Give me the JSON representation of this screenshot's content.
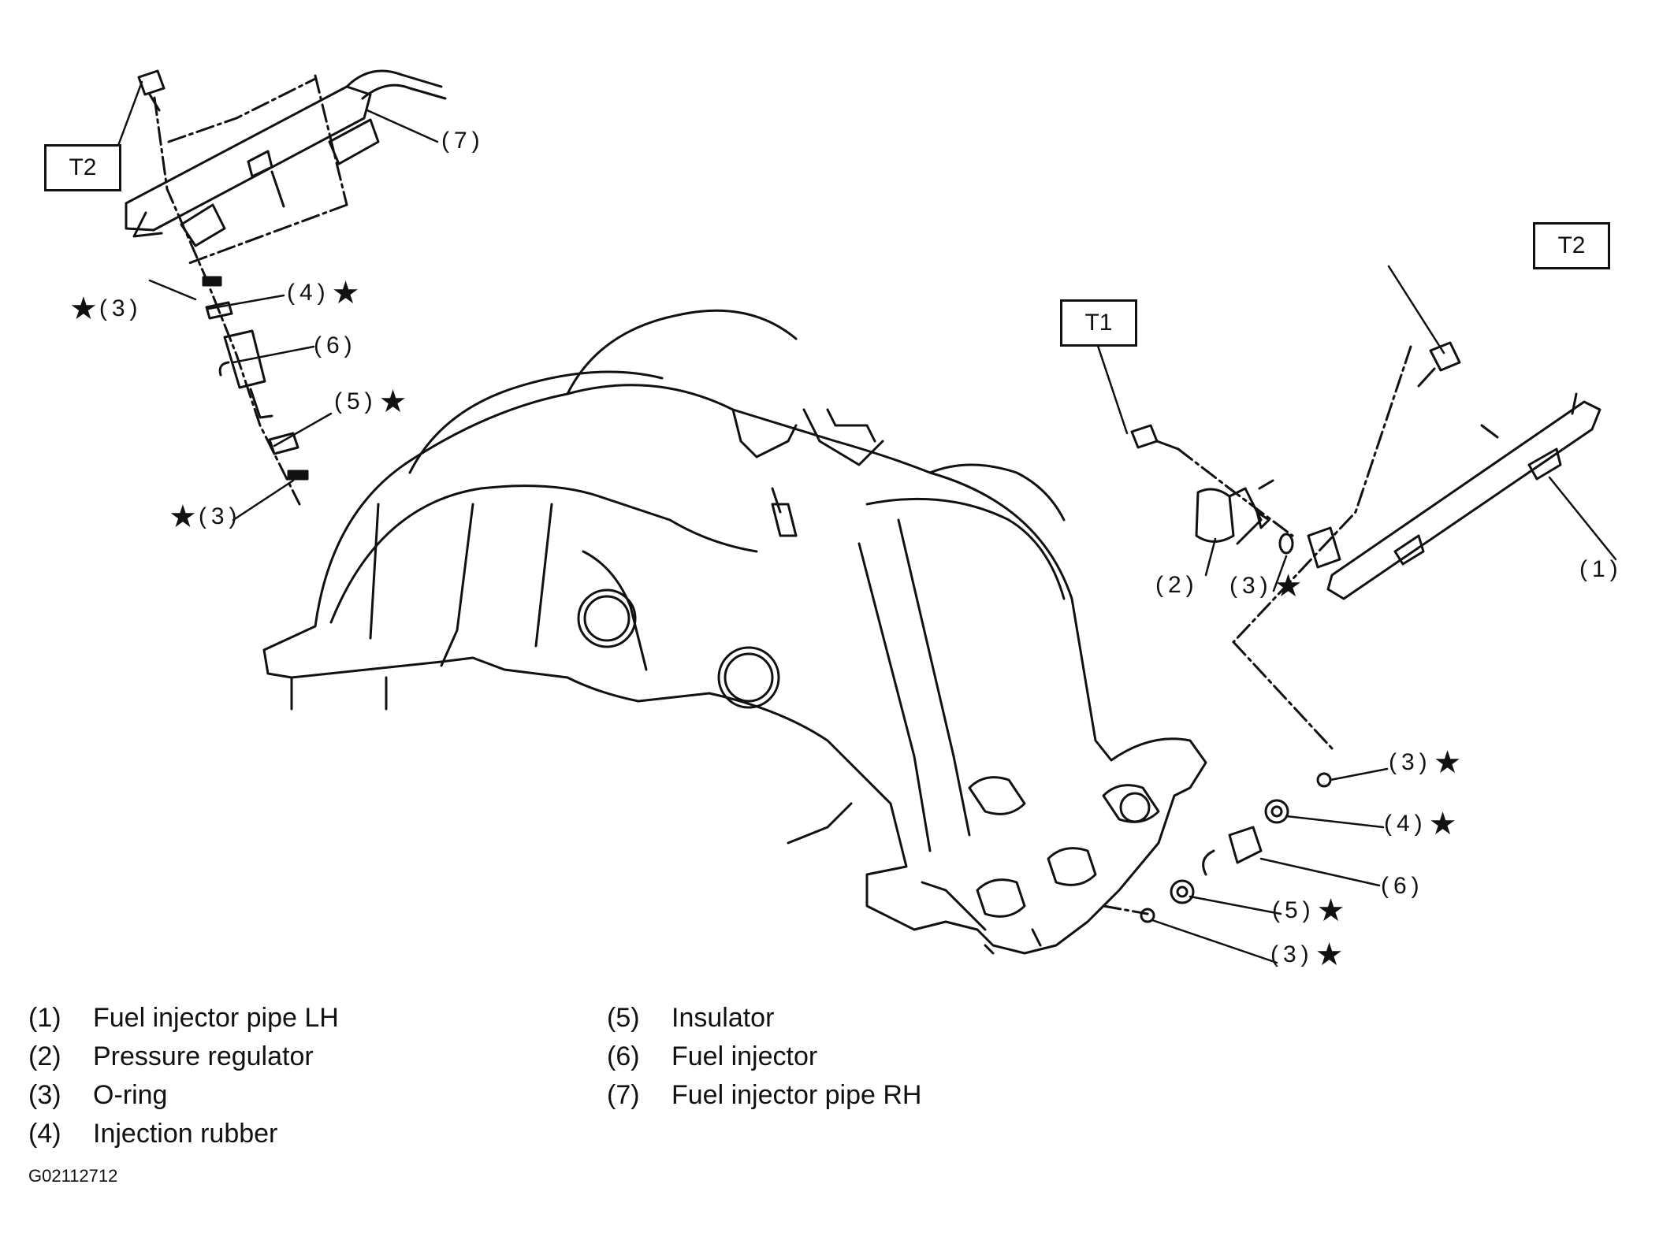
{
  "torque_labels": {
    "t2_left": "T2",
    "t1": "T1",
    "t2_right": "T2"
  },
  "callouts": {
    "c7": "(7)",
    "c3_a": "(3)",
    "c4_a": "(4)",
    "c6_a": "(6)",
    "c5_a": "(5)",
    "c3_b": "(3)",
    "c2": "(2)",
    "c3_c": "(3)",
    "c1": "(1)",
    "c3_d": "(3)",
    "c4_b": "(4)",
    "c6_b": "(6)",
    "c5_b": "(5)",
    "c3_e": "(3)"
  },
  "star_symbol": "★",
  "legend": [
    {
      "num": "(1)",
      "text": "Fuel injector pipe LH"
    },
    {
      "num": "(2)",
      "text": "Pressure regulator"
    },
    {
      "num": "(3)",
      "text": "O-ring"
    },
    {
      "num": "(4)",
      "text": "Injection rubber"
    },
    {
      "num": "(5)",
      "text": "Insulator"
    },
    {
      "num": "(6)",
      "text": "Fuel injector"
    },
    {
      "num": "(7)",
      "text": "Fuel injector pipe RH"
    }
  ],
  "figure_id": "G02112712"
}
